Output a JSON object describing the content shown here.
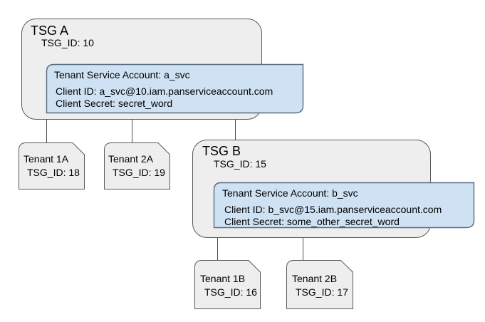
{
  "diagram": {
    "tsg_a": {
      "title": "TSG A",
      "tsg_id": "TSG_ID: 10",
      "service_account": {
        "title": "Tenant Service Account: a_svc",
        "client_id": "Client ID: a_svc@10.iam.panserviceaccount.com",
        "client_secret": "Client Secret: secret_word"
      },
      "tenants": [
        {
          "name": "Tenant 1A",
          "tsg_id": "TSG_ID: 18"
        },
        {
          "name": "Tenant 2A",
          "tsg_id": "TSG_ID: 19"
        }
      ]
    },
    "tsg_b": {
      "title": "TSG B",
      "tsg_id": "TSG_ID: 15",
      "service_account": {
        "title": "Tenant Service Account: b_svc",
        "client_id": "Client ID: b_svc@15.iam.panserviceaccount.com",
        "client_secret": "Client Secret: some_other_secret_word"
      },
      "tenants": [
        {
          "name": "Tenant 1B",
          "tsg_id": "TSG_ID: 16"
        },
        {
          "name": "Tenant 2B",
          "tsg_id": "TSG_ID: 17"
        }
      ]
    },
    "colors": {
      "group_box_fill": "#eeeeee",
      "group_box_border": "#595959",
      "tenant_box_fill": "#eeeeee",
      "tenant_box_border": "#595959",
      "account_box_fill": "#cfe2f3",
      "account_box_border": "#596b80",
      "connector": "#4d4d4d",
      "text": "#000000",
      "background": "#ffffff"
    }
  }
}
